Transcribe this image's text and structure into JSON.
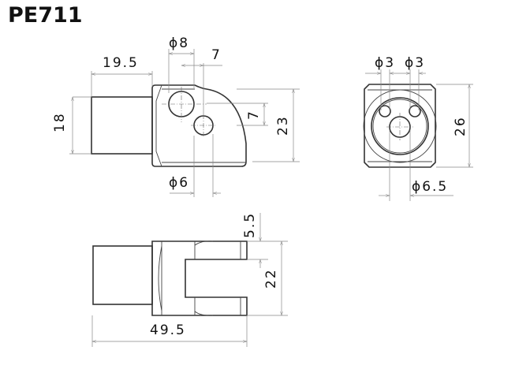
{
  "title": "PE711",
  "side_view": {
    "width_shaft": "19.5",
    "hole_large": "ϕ8",
    "hole_offset_x": "7",
    "shaft_dia": "18",
    "hole_offset_y": "7",
    "height": "23",
    "hole_small": "ϕ6"
  },
  "front_view": {
    "hole_left": "ϕ3",
    "hole_right": "ϕ3",
    "height": "26",
    "center_hole": "ϕ6.5"
  },
  "bottom_view": {
    "slot_width": "5.5",
    "width": "22",
    "length": "49.5"
  }
}
